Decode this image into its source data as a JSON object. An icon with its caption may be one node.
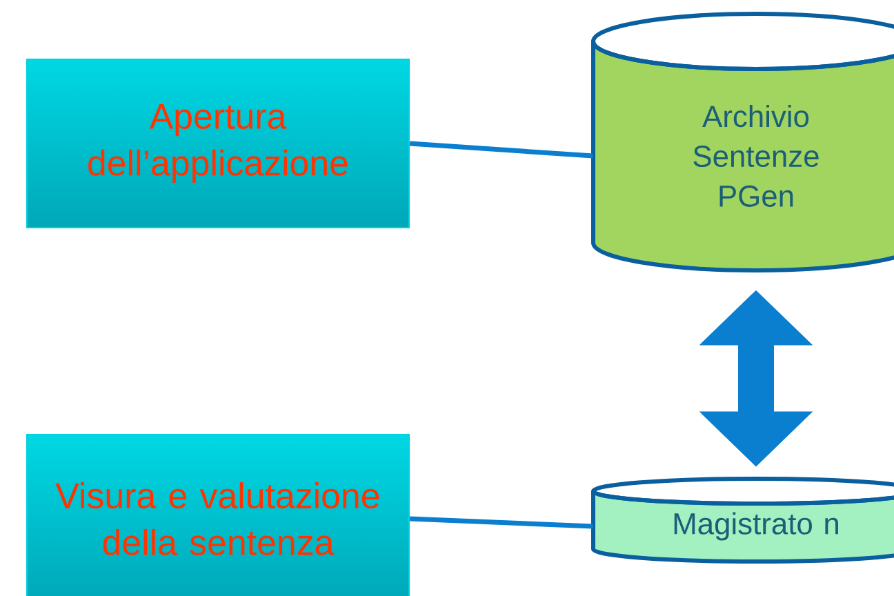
{
  "diagram": {
    "nodes": [
      {
        "text": [
          "Apertura dell’applicazione"
        ]
      },
      {
        "text": [
          "Archivio Sentenze PGen"
        ]
      },
      {
        "text": [
          "Visura e valutazione della sentenza"
        ]
      },
      {
        "text": [
          "Magistrato n"
        ]
      }
    ],
    "edges": [
      {
        "from": 0,
        "to": 1,
        "arrow": "none"
      },
      {
        "from": 2,
        "to": 3,
        "arrow": "none"
      },
      {
        "from": 1,
        "to": 3,
        "arrow": "both",
        "style": "thick"
      }
    ]
  }
}
